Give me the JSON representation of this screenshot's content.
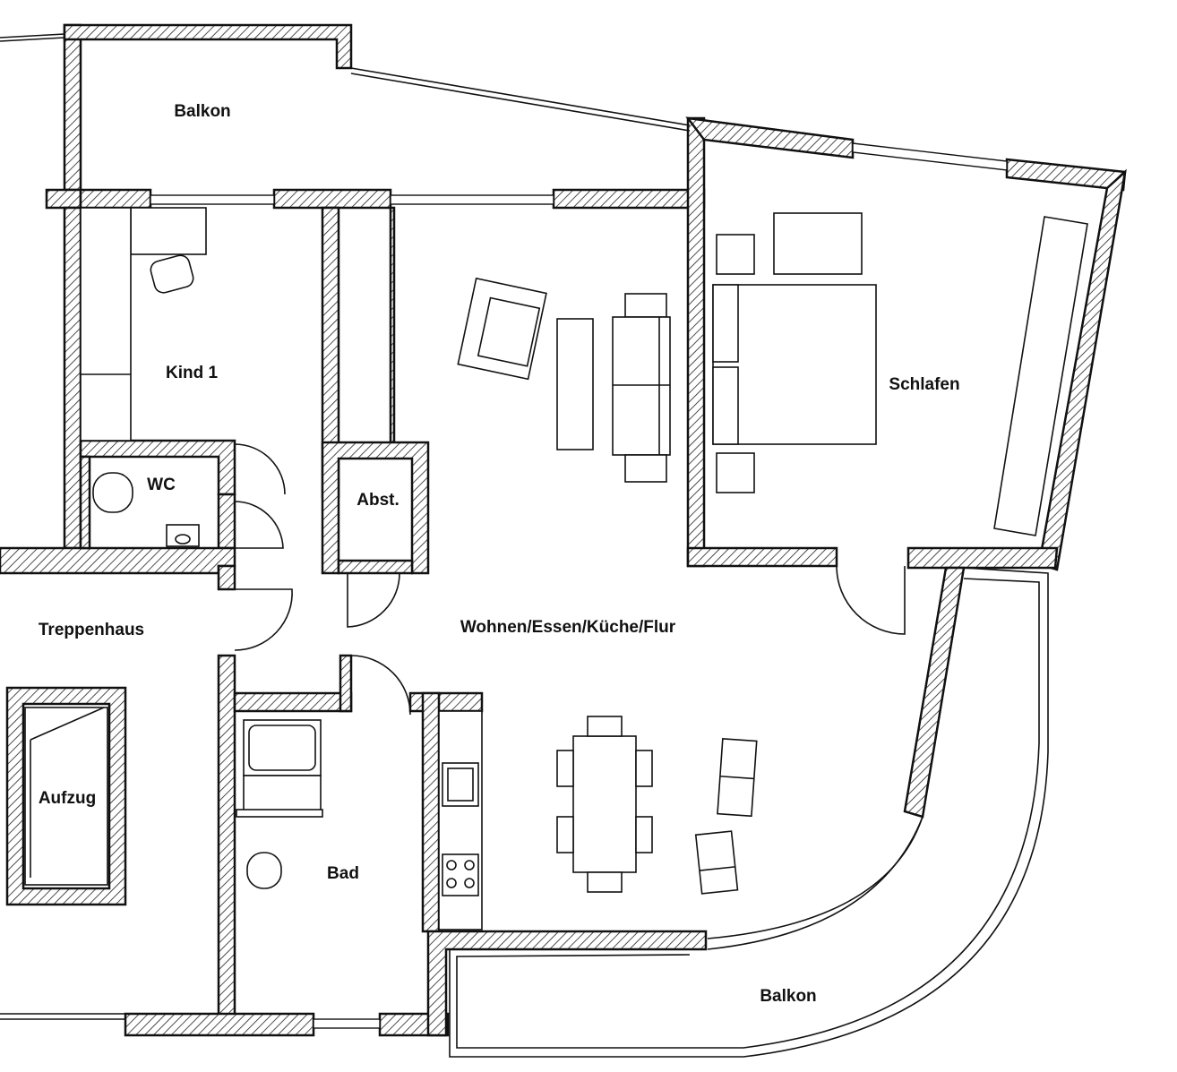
{
  "rooms": {
    "balkon_top": "Balkon",
    "kind": "Kind 1",
    "wc": "WC",
    "abst": "Abst.",
    "schlafen": "Schlafen",
    "treppenhaus": "Treppenhaus",
    "wohnen": "Wohnen/Essen/Küche/Flur",
    "aufzug": "Aufzug",
    "bad": "Bad",
    "balkon_bottom": "Balkon"
  }
}
